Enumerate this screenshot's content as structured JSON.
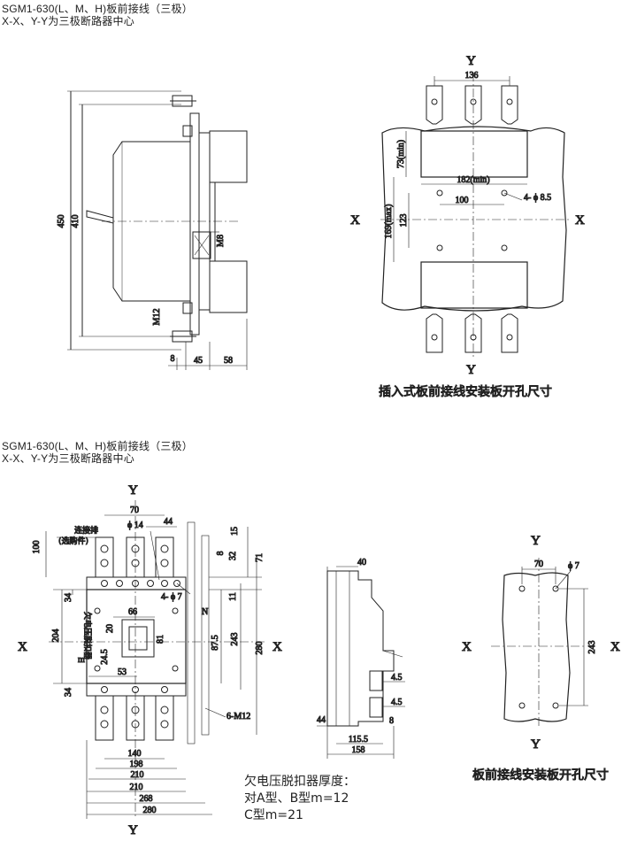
{
  "top": {
    "title": "SGM1-630(L、M、H)板前接线（三极）",
    "subtitle": "X-X、Y-Y为三极断路器中心",
    "side_dims": {
      "h450": "450",
      "h410": "410",
      "m8": "M8",
      "m12": "M12",
      "d8": "8",
      "d45": "45",
      "d58": "58"
    },
    "panel": {
      "x": "X",
      "y": "Y",
      "d136": "136",
      "d182": "182(min)",
      "d100": "100",
      "d73": "73(min)",
      "d123": "123",
      "d169": "169(max)",
      "hole": "4- ϕ 8.5",
      "caption": "插入式板前接线安装板开孔尺寸"
    }
  },
  "bottom": {
    "title": "SGM1-630(L、M、H)板前接线（三极）",
    "subtitle": "X-X、Y-Y为三极断路器中心",
    "front": {
      "x": "X",
      "y": "Y",
      "d70": "70",
      "d44": "44",
      "phi14": "ϕ 14",
      "d100": "100",
      "bus_note_1": "连接排",
      "bus_note_2": "(选购件)",
      "hole": "4- ϕ 7",
      "d66": "66",
      "d20": "20",
      "d81": "81",
      "d204": "204",
      "d34a": "34",
      "d34b": "34",
      "d24_5": "24.5",
      "m": "m",
      "d53": "53",
      "d87_5": "87.5",
      "d243": "243",
      "d280": "280",
      "d15": "15",
      "d8": "8",
      "d32": "32",
      "d71": "71",
      "d11": "11",
      "n": "N",
      "m12": "6-M12",
      "release_label": "欠电压脱扣器",
      "d140": "140",
      "d198": "198",
      "d210a": "210",
      "d210b": "210",
      "d268": "268",
      "d280b": "280"
    },
    "side": {
      "d40": "40",
      "d44": "44",
      "d4_5a": "4.5",
      "d4_5b": "4.5",
      "d8": "8",
      "d115_5": "115.5",
      "d158": "158"
    },
    "note": {
      "line1": "欠电压脱扣器厚度：",
      "line2": "对A型、B型m=12",
      "line3": "C型m=21"
    },
    "panel": {
      "x": "X",
      "y": "Y",
      "d70": "70",
      "phi7": "ϕ 7",
      "d243": "243",
      "caption": "板前接线安装板开孔尺寸"
    }
  }
}
